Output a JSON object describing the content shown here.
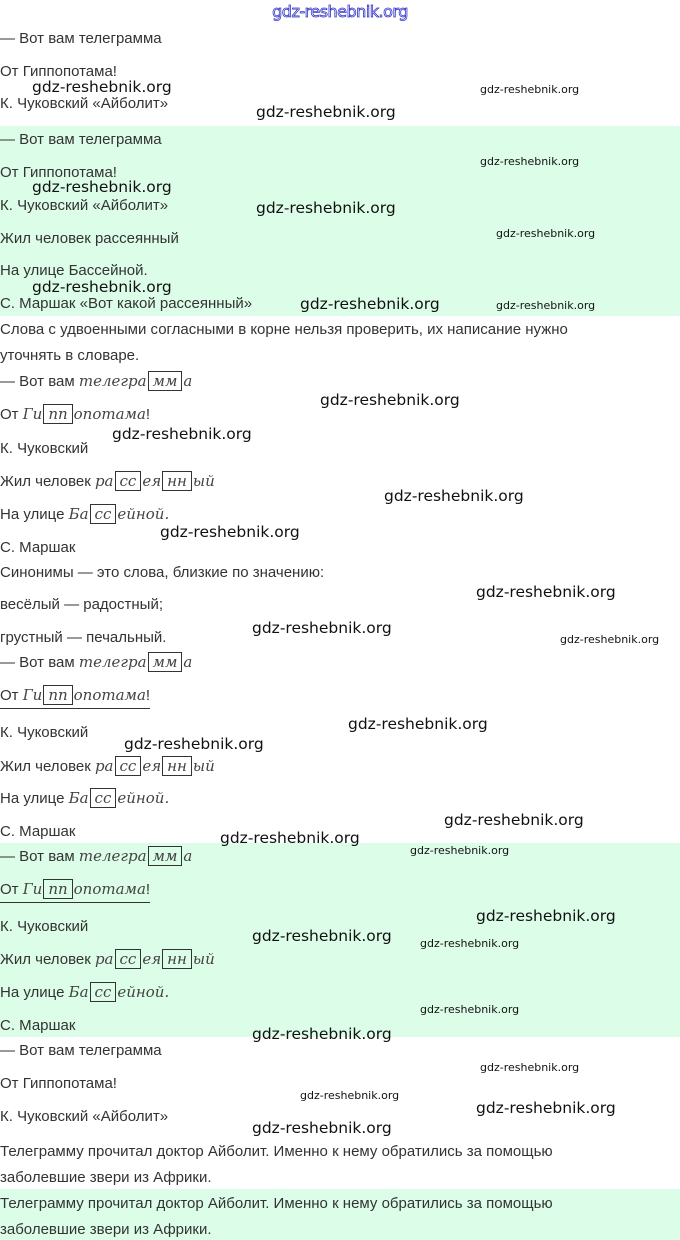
{
  "watermark_text": "gdz-reshebnik.org",
  "colors": {
    "highlight": "#dcfde8",
    "text": "#333333",
    "top_watermark": "#3535c8"
  },
  "lines": [
    {
      "parts": [
        {
          "text": "— Вот вам телеграмма",
          "style": "plain"
        }
      ]
    },
    {
      "parts": [
        {
          "text": "От Гиппопотама!",
          "style": "plain"
        }
      ]
    },
    {
      "parts": [
        {
          "text": "К. Чуковский «Айболит»",
          "style": "plain"
        }
      ]
    },
    {
      "parts": [
        {
          "text": "— Вот вам телеграмма",
          "style": "plain"
        }
      ]
    },
    {
      "parts": [
        {
          "text": "От Гиппопотама!",
          "style": "plain"
        }
      ]
    },
    {
      "parts": [
        {
          "text": "К. Чуковский «Айболит»",
          "style": "plain"
        }
      ]
    },
    {
      "parts": [
        {
          "text": "Жил человек рассеянный",
          "style": "plain"
        }
      ]
    },
    {
      "parts": [
        {
          "text": "На улице Бассейной.",
          "style": "plain"
        }
      ]
    },
    {
      "parts": [
        {
          "text": "С. Маршак «Вот какой рассеянный»",
          "style": "plain"
        }
      ]
    },
    {
      "parts": [
        {
          "text": "Слова с удвоенными согласными в корне нельзя проверить, их написание нужно",
          "style": "plain"
        }
      ]
    },
    {
      "parts": [
        {
          "text": "уточнять в словаре.",
          "style": "plain"
        }
      ]
    },
    {
      "parts": [
        {
          "text": "— Вот вам ",
          "style": "plain"
        },
        {
          "text": "телегра",
          "style": "italic"
        },
        {
          "text": "мм",
          "style": "boxed"
        },
        {
          "text": "а",
          "style": "italic"
        }
      ]
    },
    {
      "parts": [
        {
          "text": "От ",
          "style": "plain"
        },
        {
          "text": "Ги",
          "style": "italic"
        },
        {
          "text": "пп",
          "style": "boxed"
        },
        {
          "text": "опотама",
          "style": "italic"
        },
        {
          "text": "!",
          "style": "plain"
        }
      ]
    },
    {
      "parts": [
        {
          "text": "К. Чуковский",
          "style": "plain"
        }
      ]
    },
    {
      "parts": [
        {
          "text": "Жил человек ",
          "style": "plain"
        },
        {
          "text": "ра",
          "style": "italic"
        },
        {
          "text": "сс",
          "style": "boxed"
        },
        {
          "text": "ея",
          "style": "italic"
        },
        {
          "text": "нн",
          "style": "boxed"
        },
        {
          "text": "ый",
          "style": "italic"
        }
      ]
    },
    {
      "parts": [
        {
          "text": "На улице ",
          "style": "plain"
        },
        {
          "text": "Ба",
          "style": "italic"
        },
        {
          "text": "сс",
          "style": "boxed"
        },
        {
          "text": "ейной.",
          "style": "italic"
        }
      ]
    },
    {
      "parts": [
        {
          "text": "С. Маршак",
          "style": "plain"
        }
      ]
    },
    {
      "parts": [
        {
          "text": "Синонимы — это слова, близкие по значению:",
          "style": "plain"
        }
      ]
    },
    {
      "parts": [
        {
          "text": "весёлый — радостный;",
          "style": "plain"
        }
      ]
    },
    {
      "parts": [
        {
          "text": "грустный — печальный.",
          "style": "plain"
        }
      ]
    },
    {
      "parts": [
        {
          "text": "— Вот вам ",
          "style": "plain"
        },
        {
          "text": "телегра",
          "style": "italic"
        },
        {
          "text": "мм",
          "style": "boxed"
        },
        {
          "text": "а",
          "style": "italic"
        }
      ]
    },
    {
      "underlined": true,
      "parts": [
        {
          "text": "От ",
          "style": "plain"
        },
        {
          "text": "Ги",
          "style": "italic"
        },
        {
          "text": "пп",
          "style": "boxed"
        },
        {
          "text": "опотама",
          "style": "italic"
        },
        {
          "text": "!",
          "style": "plain"
        }
      ]
    },
    {
      "parts": [
        {
          "text": "К. Чуковский",
          "style": "plain"
        }
      ]
    },
    {
      "parts": [
        {
          "text": "Жил человек ",
          "style": "plain"
        },
        {
          "text": "ра",
          "style": "italic"
        },
        {
          "text": "сс",
          "style": "boxed"
        },
        {
          "text": "ея",
          "style": "italic"
        },
        {
          "text": "нн",
          "style": "boxed"
        },
        {
          "text": "ый",
          "style": "italic"
        }
      ]
    },
    {
      "parts": [
        {
          "text": "На улице ",
          "style": "plain"
        },
        {
          "text": "Ба",
          "style": "italic"
        },
        {
          "text": "сс",
          "style": "boxed"
        },
        {
          "text": "ейной.",
          "style": "italic"
        }
      ]
    },
    {
      "parts": [
        {
          "text": "С. Маршак",
          "style": "plain"
        }
      ]
    },
    {
      "parts": [
        {
          "text": "— Вот вам ",
          "style": "plain"
        },
        {
          "text": "телегра",
          "style": "italic"
        },
        {
          "text": "мм",
          "style": "boxed"
        },
        {
          "text": "а",
          "style": "italic"
        }
      ]
    },
    {
      "underlined": true,
      "parts": [
        {
          "text": "От ",
          "style": "plain"
        },
        {
          "text": "Ги",
          "style": "italic"
        },
        {
          "text": "пп",
          "style": "boxed"
        },
        {
          "text": "опотама",
          "style": "italic"
        },
        {
          "text": "!",
          "style": "plain"
        }
      ]
    },
    {
      "parts": [
        {
          "text": "К. Чуковский",
          "style": "plain"
        }
      ]
    },
    {
      "parts": [
        {
          "text": "Жил человек ",
          "style": "plain"
        },
        {
          "text": "ра",
          "style": "italic"
        },
        {
          "text": "сс",
          "style": "boxed"
        },
        {
          "text": "ея",
          "style": "italic"
        },
        {
          "text": "нн",
          "style": "boxed"
        },
        {
          "text": "ый",
          "style": "italic"
        }
      ]
    },
    {
      "parts": [
        {
          "text": "На улице ",
          "style": "plain"
        },
        {
          "text": "Ба",
          "style": "italic"
        },
        {
          "text": "сс",
          "style": "boxed"
        },
        {
          "text": "ейной.",
          "style": "italic"
        }
      ]
    },
    {
      "parts": [
        {
          "text": "С. Маршак",
          "style": "plain"
        }
      ]
    },
    {
      "parts": [
        {
          "text": "— Вот вам телеграмма",
          "style": "plain"
        }
      ]
    },
    {
      "parts": [
        {
          "text": "От Гиппопотама!",
          "style": "plain"
        }
      ]
    },
    {
      "parts": [
        {
          "text": "К. Чуковский «Айболит»",
          "style": "plain"
        }
      ]
    },
    {
      "parts": [
        {
          "text": "Телеграмму прочитал доктор Айболит. Именно к нему обратились за помощью",
          "style": "plain"
        }
      ]
    },
    {
      "parts": [
        {
          "text": "заболевшие звери из Африки.",
          "style": "plain"
        }
      ]
    },
    {
      "parts": [
        {
          "text": "Телеграмму прочитал доктор Айболит. Именно к нему обратились за помощью",
          "style": "plain"
        }
      ]
    },
    {
      "parts": [
        {
          "text": "заболевшие звери из Африки.",
          "style": "plain"
        }
      ]
    }
  ]
}
